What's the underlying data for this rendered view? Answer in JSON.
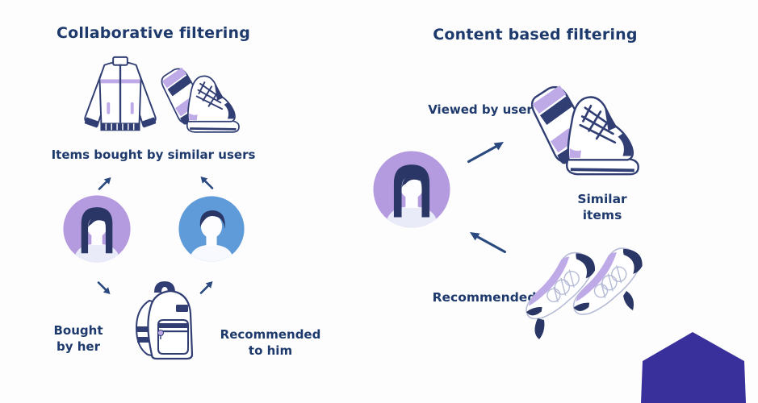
{
  "colors": {
    "background": "#fdfdfd",
    "text_navy": "#1e3a6d",
    "arrow_navy": "#29497f",
    "avatar_purple": "#b49ade",
    "avatar_blue": "#5f9bd8",
    "hair_navy": "#2a3666",
    "face_light": "#fdfdff",
    "body_light": "#e9ebf8",
    "body_white": "#f8f9fe",
    "accent_lavender": "#bfaae8",
    "outline_navy": "#303e73",
    "sketch_gray": "#b6bcd6",
    "brand_indigo": "#39309c"
  },
  "left": {
    "title": "Collaborative filtering",
    "items_caption": "Items bought by similar users",
    "bought_caption": "Bought by her",
    "recommended_caption": "Recommended to him"
  },
  "right": {
    "title": "Content based filtering",
    "viewed_caption": "Viewed by user",
    "similar_caption": "Similar items",
    "recommended_caption": "Recommended"
  },
  "icons": {
    "left": [
      "jacket-icon",
      "sneakers-pair-icon",
      "female-avatar-icon",
      "male-avatar-icon",
      "backpack-icon",
      "arrow-up-right-icon",
      "arrow-up-left-icon",
      "arrow-down-right-icon"
    ],
    "right": [
      "female-avatar-icon",
      "sneakers-pair-icon",
      "sneakers-top-view-icon",
      "arrow-up-right-icon",
      "arrow-up-left-icon"
    ],
    "corner": [
      "brand-pentagon-shape"
    ]
  }
}
